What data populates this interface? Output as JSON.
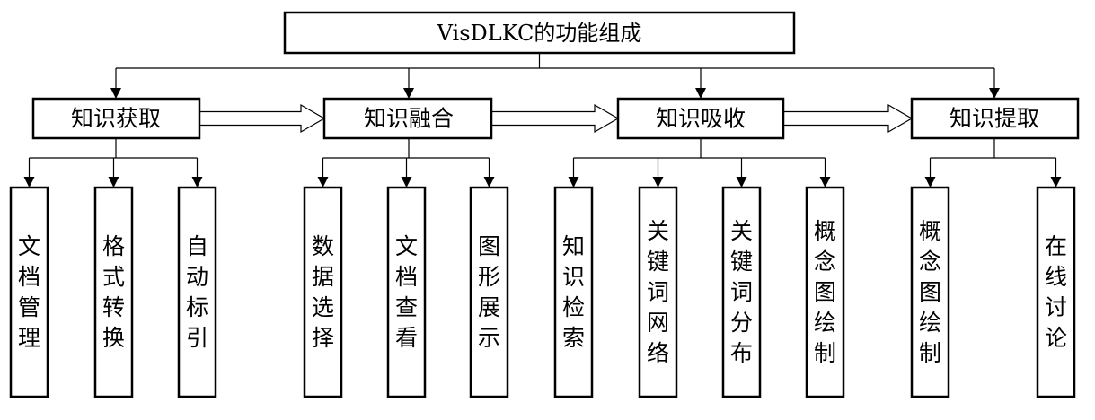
{
  "title": "VisDLKC的功能组成",
  "categories": [
    {
      "label": "知识获取",
      "children": [
        "文档管理",
        "格式转换",
        "自动标引"
      ]
    },
    {
      "label": "知识融合",
      "children": [
        "数据选择",
        "文档查看",
        "图形展示"
      ]
    },
    {
      "label": "知识吸收",
      "children": [
        "知识检索",
        "关键词网络",
        "关键词分布",
        "概念图绘制"
      ]
    },
    {
      "label": "知识提取",
      "children": [
        "概念图绘制",
        "在线讨论"
      ]
    }
  ]
}
